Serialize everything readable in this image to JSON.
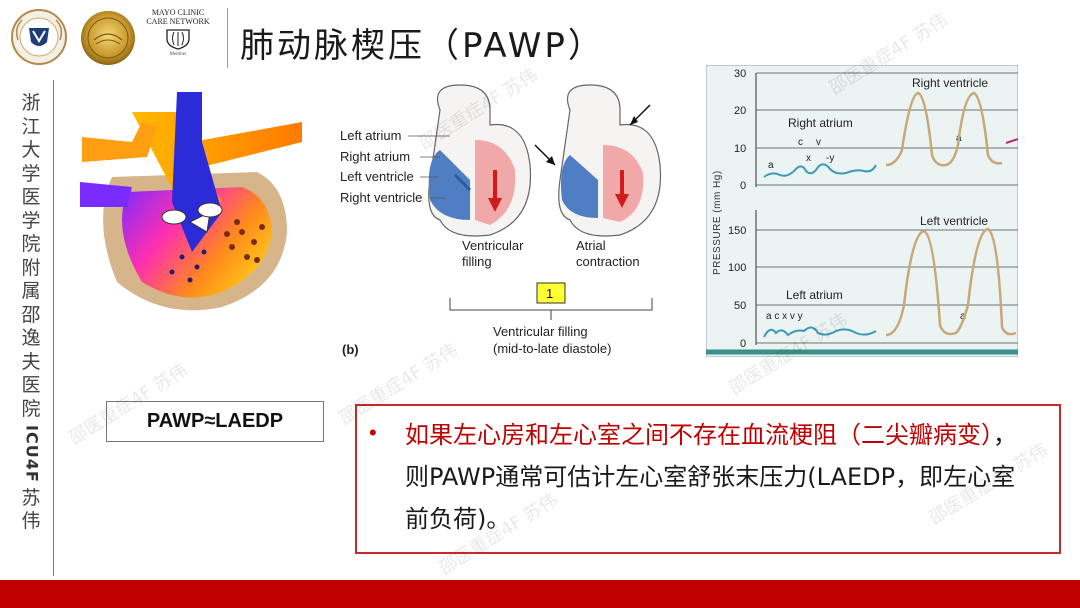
{
  "header": {
    "title": "肺动脉楔压（PAWP）",
    "logo_zum_text": "ZUM·邵逸夫医院·ZJU",
    "mayo_line1": "MAYO CLINIC",
    "mayo_line2": "CARE NETWORK",
    "mayo_member": "Member"
  },
  "sidebar": {
    "vertical_chars": [
      "浙",
      "江",
      "大",
      "学",
      "医",
      "学",
      "院",
      "附",
      "属",
      "邵",
      "逸",
      "夫",
      "医",
      "院"
    ],
    "unit": "ICU4F",
    "name_chars": [
      "苏",
      "伟"
    ]
  },
  "diagram": {
    "labels": [
      "Left atrium",
      "Right atrium",
      "Left ventricle",
      "Right ventricle"
    ],
    "left_caption": [
      "Ventricular",
      "filling"
    ],
    "right_caption": [
      "Atrial",
      "contraction"
    ],
    "step_number": "1",
    "bottom_caption": [
      "Ventricular filling",
      "(mid-to-late diastole)"
    ],
    "panel_letter": "(b)"
  },
  "pressure_chart": {
    "y_axis_label": "PRESSURE (mm Hg)",
    "top_ticks": [
      "30",
      "20",
      "10",
      "0"
    ],
    "bottom_ticks": [
      "150",
      "100",
      "50",
      "0"
    ],
    "top_labels": {
      "rv": "Right ventricle",
      "ra": "Right atrium",
      "a": "a",
      "c": "c",
      "x": "x",
      "v": "v",
      "y": "-y"
    },
    "bottom_labels": {
      "lv": "Left ventricle",
      "la": "Left atrium",
      "waves": "a c  x v y",
      "a": "a"
    }
  },
  "pawp_box": {
    "text": "PAWP≈LAEDP"
  },
  "note": {
    "bullet": "•",
    "red_text": "如果左心房和左心室之间不存在血流梗阻（二尖瓣病变）",
    "black_text": "，则PAWP通常可估计左心室舒张末压力(LAEDP，即左心室前负荷)。"
  },
  "watermark": "邵医重症4F 苏伟",
  "colors": {
    "accent_red": "#c00000",
    "box_red": "#c72a2a",
    "curve": "#c9a877",
    "curve_low": "#3a9bb5"
  }
}
